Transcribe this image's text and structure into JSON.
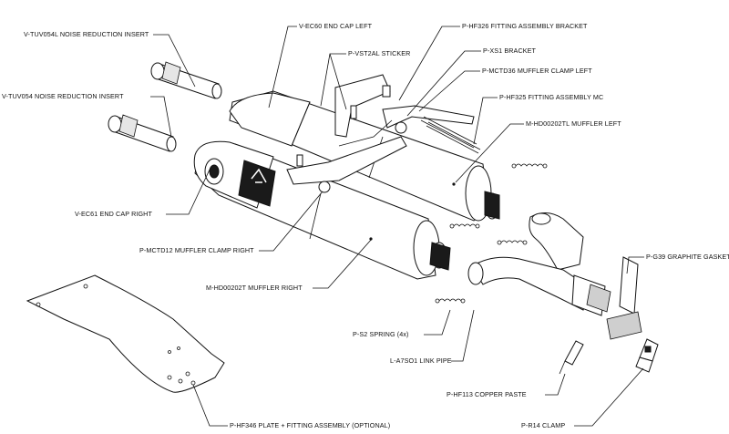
{
  "labels": {
    "tuv054l": "V-TUV054L  NOISE REDUCTION INSERT",
    "tuv054": "V-TUV054  NOISE REDUCTION INSERT",
    "ec60": "V-EC60  END CAP LEFT",
    "vst2al": "P-VST2AL  STICKER",
    "hf326": "P-HF326  FITTING ASSEMBLY BRACKET",
    "xs1": "P-XS1  BRACKET",
    "mctd36": "P-MCTD36  MUFFLER CLAMP LEFT",
    "hf325": "P-HF325  FITTING ASSEMBLY MC",
    "hd00202tl": "M-HD00202TL  MUFFLER LEFT",
    "ec61": "V-EC61  END CAP RIGHT",
    "mctd12": "P-MCTD12  MUFFLER CLAMP RIGHT",
    "hd00202t": "M-HD00202T  MUFFLER RIGHT",
    "g39": "P-G39  GRAPHITE GASKET",
    "s2": "P-S2  SPRING (4x)",
    "a7so1": "L-A7SO1  LINK PIPE",
    "hf113": "P-HF113  COPPER PASTE",
    "r14": "P-R14  CLAMP",
    "hf346": "P-HF346  PLATE + FITTING ASSEMBLY (OPTIONAL)"
  },
  "colors": {
    "line": "#111111",
    "background": "#ffffff",
    "fill_dark": "#1a1a1a",
    "fill_gray": "#cfcfcf"
  }
}
